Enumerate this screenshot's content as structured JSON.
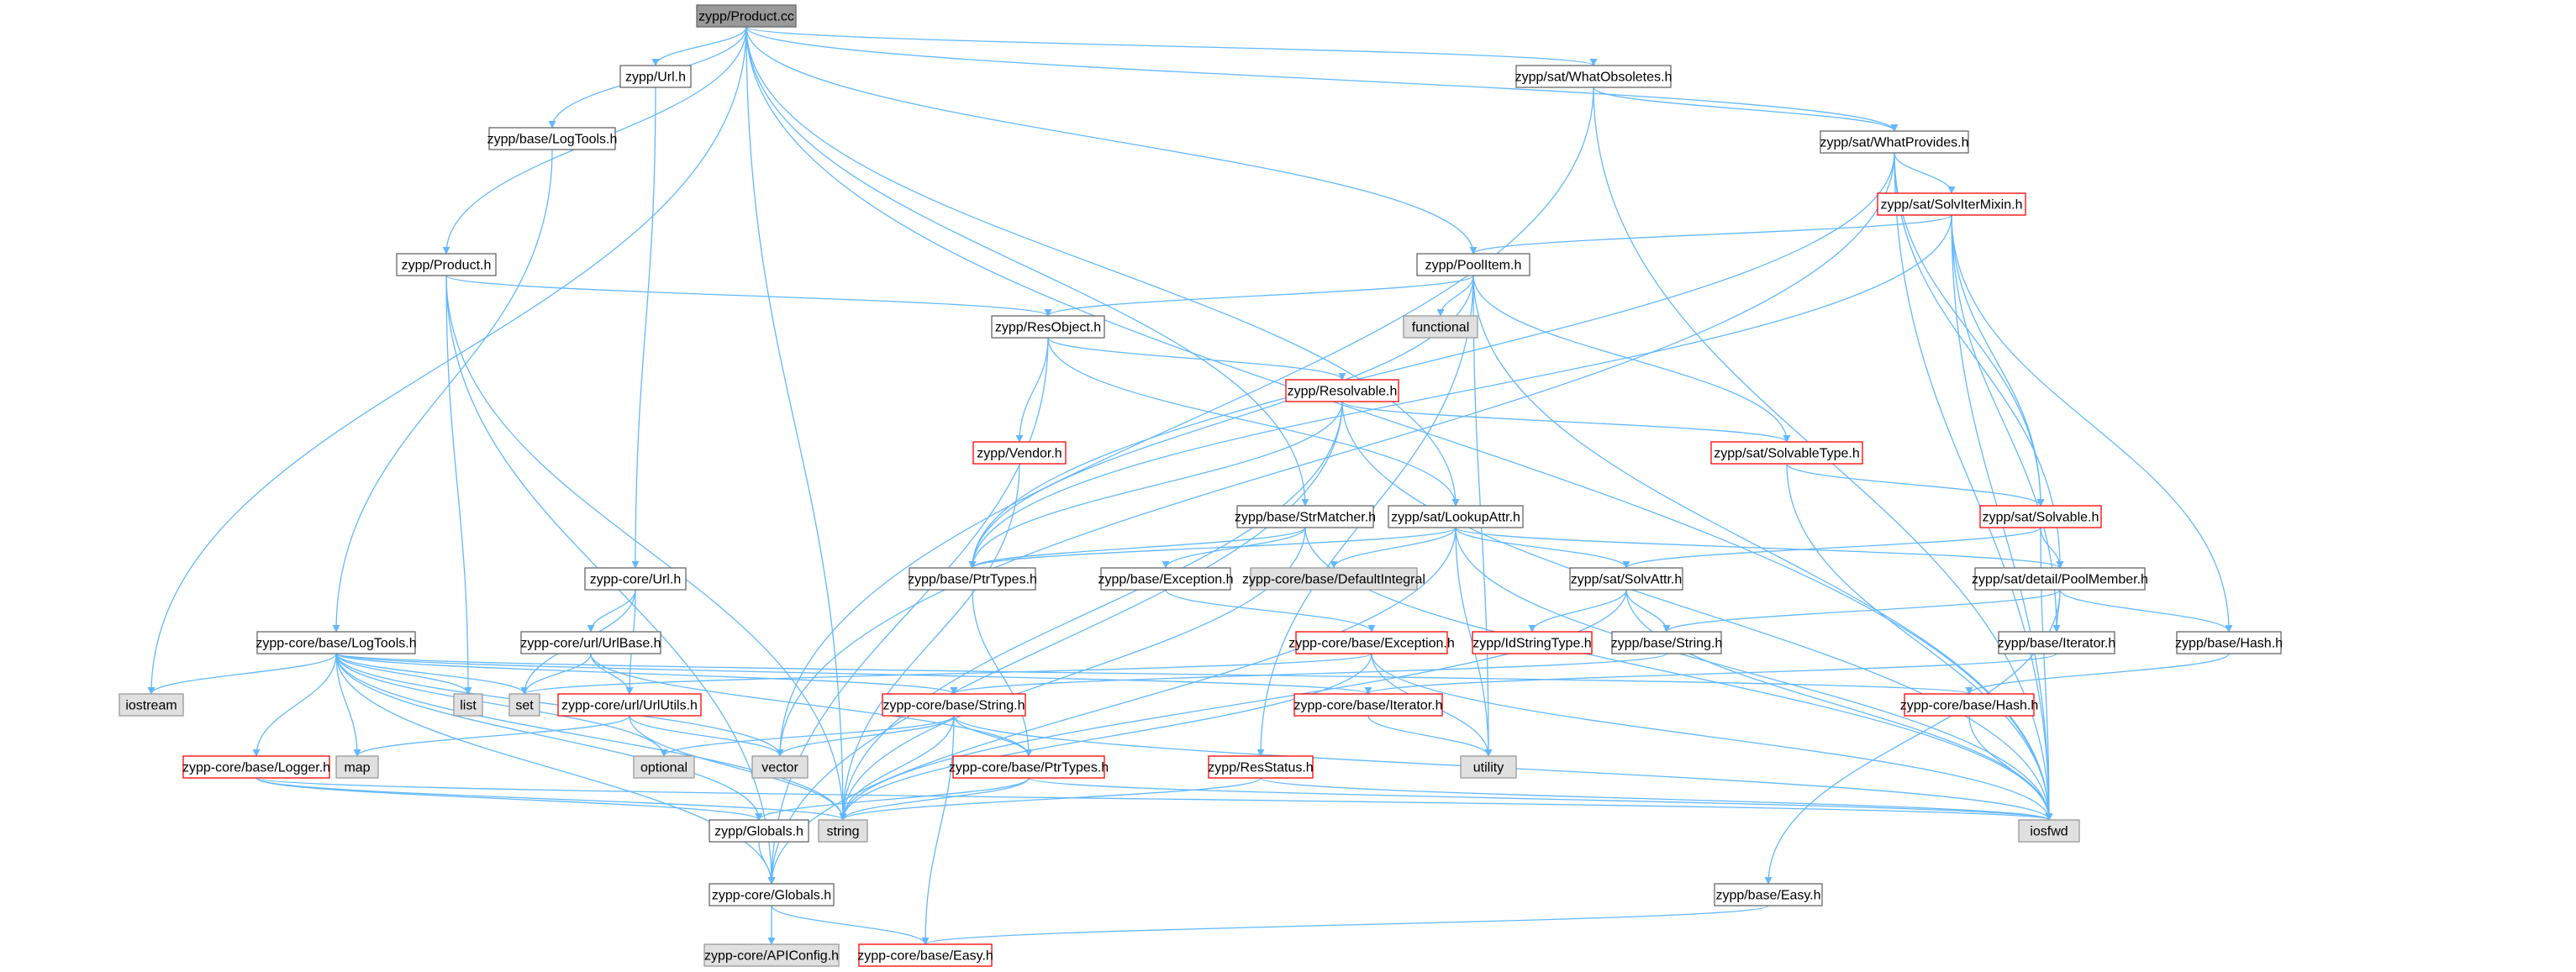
{
  "graph": {
    "nodes": [
      {
        "id": "product_cc",
        "label": "zypp/Product.cc",
        "kind": "root"
      },
      {
        "id": "url_h",
        "label": "zypp/Url.h",
        "kind": "normal"
      },
      {
        "id": "base_logtools",
        "label": "zypp/base/LogTools.h",
        "kind": "normal"
      },
      {
        "id": "product_h",
        "label": "zypp/Product.h",
        "kind": "normal"
      },
      {
        "id": "whatobsoletes",
        "label": "zypp/sat/WhatObsoletes.h",
        "kind": "normal"
      },
      {
        "id": "whatprovides",
        "label": "zypp/sat/WhatProvides.h",
        "kind": "normal"
      },
      {
        "id": "solviter",
        "label": "zypp/sat/SolvIterMixin.h",
        "kind": "red"
      },
      {
        "id": "poolitem",
        "label": "zypp/PoolItem.h",
        "kind": "normal"
      },
      {
        "id": "functional",
        "label": "functional",
        "kind": "sys"
      },
      {
        "id": "resobject",
        "label": "zypp/ResObject.h",
        "kind": "normal"
      },
      {
        "id": "resolvable",
        "label": "zypp/Resolvable.h",
        "kind": "red"
      },
      {
        "id": "solvabletype",
        "label": "zypp/sat/SolvableType.h",
        "kind": "red"
      },
      {
        "id": "vendor",
        "label": "zypp/Vendor.h",
        "kind": "red"
      },
      {
        "id": "solvable",
        "label": "zypp/sat/Solvable.h",
        "kind": "red"
      },
      {
        "id": "strmatcher",
        "label": "zypp/base/StrMatcher.h",
        "kind": "normal"
      },
      {
        "id": "lookupattr",
        "label": "zypp/sat/LookupAttr.h",
        "kind": "normal"
      },
      {
        "id": "defaultintegral",
        "label": "zypp-core/base/DefaultIntegral",
        "kind": "sys"
      },
      {
        "id": "ptrtypes",
        "label": "zypp/base/PtrTypes.h",
        "kind": "normal"
      },
      {
        "id": "base_exception",
        "label": "zypp/base/Exception.h",
        "kind": "normal"
      },
      {
        "id": "solvattr",
        "label": "zypp/sat/SolvAttr.h",
        "kind": "normal"
      },
      {
        "id": "poolmember",
        "label": "zypp/sat/detail/PoolMember.h",
        "kind": "normal"
      },
      {
        "id": "core_url",
        "label": "zypp-core/Url.h",
        "kind": "normal"
      },
      {
        "id": "urlbase",
        "label": "zypp-core/url/UrlBase.h",
        "kind": "normal"
      },
      {
        "id": "core_logtools",
        "label": "zypp-core/base/LogTools.h",
        "kind": "normal"
      },
      {
        "id": "core_exception",
        "label": "zypp-core/base/Exception.h",
        "kind": "red"
      },
      {
        "id": "idstringtype",
        "label": "zypp/IdStringType.h",
        "kind": "red"
      },
      {
        "id": "base_string",
        "label": "zypp/base/String.h",
        "kind": "normal"
      },
      {
        "id": "base_iterator",
        "label": "zypp/base/Iterator.h",
        "kind": "normal"
      },
      {
        "id": "base_hash",
        "label": "zypp/base/Hash.h",
        "kind": "normal"
      },
      {
        "id": "iostream",
        "label": "iostream",
        "kind": "sys"
      },
      {
        "id": "list",
        "label": "list",
        "kind": "sys"
      },
      {
        "id": "set",
        "label": "set",
        "kind": "sys"
      },
      {
        "id": "urlutils",
        "label": "zypp-core/url/UrlUtils.h",
        "kind": "red"
      },
      {
        "id": "core_string",
        "label": "zypp-core/base/String.h",
        "kind": "red"
      },
      {
        "id": "core_iterator",
        "label": "zypp-core/base/Iterator.h",
        "kind": "red"
      },
      {
        "id": "core_hash",
        "label": "zypp-core/base/Hash.h",
        "kind": "red"
      },
      {
        "id": "map",
        "label": "map",
        "kind": "sys"
      },
      {
        "id": "optional",
        "label": "optional",
        "kind": "sys"
      },
      {
        "id": "vector",
        "label": "vector",
        "kind": "sys"
      },
      {
        "id": "utility",
        "label": "utility",
        "kind": "sys"
      },
      {
        "id": "core_logger",
        "label": "zypp-core/base/Logger.h",
        "kind": "red"
      },
      {
        "id": "core_ptrtypes",
        "label": "zypp-core/base/PtrTypes.h",
        "kind": "red"
      },
      {
        "id": "resstatus",
        "label": "zypp/ResStatus.h",
        "kind": "red"
      },
      {
        "id": "string",
        "label": "string",
        "kind": "sys"
      },
      {
        "id": "iosfwd",
        "label": "iosfwd",
        "kind": "sys"
      },
      {
        "id": "globals_h",
        "label": "zypp/Globals.h",
        "kind": "normal"
      },
      {
        "id": "core_globals",
        "label": "zypp-core/Globals.h",
        "kind": "normal"
      },
      {
        "id": "base_easy",
        "label": "zypp/base/Easy.h",
        "kind": "normal"
      },
      {
        "id": "apiconfig",
        "label": "zypp-core/APIConfig.h",
        "kind": "sys"
      },
      {
        "id": "core_easy",
        "label": "zypp-core/base/Easy.h",
        "kind": "red"
      }
    ],
    "edges": [
      [
        "product_cc",
        "url_h"
      ],
      [
        "product_cc",
        "base_logtools"
      ],
      [
        "product_cc",
        "product_h"
      ],
      [
        "product_cc",
        "whatobsoletes"
      ],
      [
        "product_cc",
        "whatprovides"
      ],
      [
        "product_cc",
        "poolitem"
      ],
      [
        "product_cc",
        "iostream"
      ],
      [
        "product_cc",
        "strmatcher"
      ],
      [
        "product_cc",
        "lookupattr"
      ],
      [
        "product_cc",
        "iosfwd"
      ],
      [
        "product_cc",
        "string"
      ],
      [
        "url_h",
        "core_url"
      ],
      [
        "base_logtools",
        "core_logtools"
      ],
      [
        "product_h",
        "resobject"
      ],
      [
        "product_h",
        "list"
      ],
      [
        "product_h",
        "string"
      ],
      [
        "product_h",
        "core_globals"
      ],
      [
        "whatobsoletes",
        "whatprovides"
      ],
      [
        "whatobsoletes",
        "vector"
      ],
      [
        "whatobsoletes",
        "iosfwd"
      ],
      [
        "whatprovides",
        "solviter"
      ],
      [
        "whatprovides",
        "solvable"
      ],
      [
        "whatprovides",
        "poolmember"
      ],
      [
        "whatprovides",
        "ptrtypes"
      ],
      [
        "whatprovides",
        "vector"
      ],
      [
        "whatprovides",
        "iosfwd"
      ],
      [
        "solviter",
        "poolitem"
      ],
      [
        "solviter",
        "solvable"
      ],
      [
        "solviter",
        "base_iterator"
      ],
      [
        "solviter",
        "base_hash"
      ],
      [
        "solviter",
        "ptrtypes"
      ],
      [
        "solviter",
        "iosfwd"
      ],
      [
        "poolitem",
        "functional"
      ],
      [
        "poolitem",
        "resobject"
      ],
      [
        "poolitem",
        "solvabletype"
      ],
      [
        "poolitem",
        "ptrtypes"
      ],
      [
        "poolitem",
        "resstatus"
      ],
      [
        "poolitem",
        "utility"
      ],
      [
        "poolitem",
        "iosfwd"
      ],
      [
        "resobject",
        "resolvable"
      ],
      [
        "resobject",
        "vendor"
      ],
      [
        "resobject",
        "lookupattr"
      ],
      [
        "resobject",
        "core_globals"
      ],
      [
        "resolvable",
        "solvabletype"
      ],
      [
        "resolvable",
        "ptrtypes"
      ],
      [
        "resolvable",
        "string"
      ],
      [
        "resolvable",
        "iosfwd"
      ],
      [
        "resolvable",
        "core_globals"
      ],
      [
        "solvabletype",
        "solvable"
      ],
      [
        "solvabletype",
        "iosfwd"
      ],
      [
        "vendor",
        "string"
      ],
      [
        "solvable",
        "poolmember"
      ],
      [
        "solvable",
        "solvattr"
      ],
      [
        "solvable",
        "iosfwd"
      ],
      [
        "strmatcher",
        "ptrtypes"
      ],
      [
        "strmatcher",
        "base_exception"
      ],
      [
        "strmatcher",
        "iosfwd"
      ],
      [
        "strmatcher",
        "string"
      ],
      [
        "lookupattr",
        "ptrtypes"
      ],
      [
        "lookupattr",
        "defaultintegral"
      ],
      [
        "lookupattr",
        "solvattr"
      ],
      [
        "lookupattr",
        "poolmember"
      ],
      [
        "lookupattr",
        "iosfwd"
      ],
      [
        "lookupattr",
        "core_globals"
      ],
      [
        "lookupattr",
        "utility"
      ],
      [
        "ptrtypes",
        "core_ptrtypes"
      ],
      [
        "base_exception",
        "core_exception"
      ],
      [
        "solvattr",
        "idstringtype"
      ],
      [
        "solvattr",
        "base_string"
      ],
      [
        "solvattr",
        "iosfwd"
      ],
      [
        "solvattr",
        "string"
      ],
      [
        "poolmember",
        "base_iterator"
      ],
      [
        "poolmember",
        "base_hash"
      ],
      [
        "poolmember",
        "base_string"
      ],
      [
        "poolmember",
        "base_easy"
      ],
      [
        "core_url",
        "urlbase"
      ],
      [
        "core_url",
        "urlutils"
      ],
      [
        "core_url",
        "set"
      ],
      [
        "urlbase",
        "urlutils"
      ],
      [
        "urlbase",
        "core_ptrtypes"
      ],
      [
        "urlbase",
        "set"
      ],
      [
        "core_logtools",
        "iostream"
      ],
      [
        "core_logtools",
        "list"
      ],
      [
        "core_logtools",
        "set"
      ],
      [
        "core_logtools",
        "map"
      ],
      [
        "core_logtools",
        "optional"
      ],
      [
        "core_logtools",
        "vector"
      ],
      [
        "core_logtools",
        "core_logger"
      ],
      [
        "core_logtools",
        "core_string"
      ],
      [
        "core_logtools",
        "core_iterator"
      ],
      [
        "core_logtools",
        "core_hash"
      ],
      [
        "core_logtools",
        "string"
      ],
      [
        "core_logtools",
        "core_globals"
      ],
      [
        "core_logtools",
        "globals_h"
      ],
      [
        "core_exception",
        "utility"
      ],
      [
        "core_exception",
        "string"
      ],
      [
        "core_exception",
        "iosfwd"
      ],
      [
        "core_exception",
        "set"
      ],
      [
        "base_string",
        "core_string"
      ],
      [
        "base_iterator",
        "core_iterator"
      ],
      [
        "base_hash",
        "core_hash"
      ],
      [
        "urlutils",
        "map"
      ],
      [
        "urlutils",
        "vector"
      ],
      [
        "urlutils",
        "string"
      ],
      [
        "core_string",
        "optional"
      ],
      [
        "core_string",
        "vector"
      ],
      [
        "core_string",
        "core_ptrtypes"
      ],
      [
        "core_string",
        "string"
      ],
      [
        "core_string",
        "core_easy"
      ],
      [
        "core_string",
        "iosfwd"
      ],
      [
        "core_iterator",
        "utility"
      ],
      [
        "core_hash",
        "iosfwd"
      ],
      [
        "core_logger",
        "globals_h"
      ],
      [
        "core_logger",
        "string"
      ],
      [
        "core_logger",
        "iosfwd"
      ],
      [
        "core_ptrtypes",
        "string"
      ],
      [
        "core_ptrtypes",
        "globals_h"
      ],
      [
        "core_ptrtypes",
        "iosfwd"
      ],
      [
        "resstatus",
        "string"
      ],
      [
        "resstatus",
        "iosfwd"
      ],
      [
        "globals_h",
        "core_globals"
      ],
      [
        "core_globals",
        "apiconfig"
      ],
      [
        "core_globals",
        "core_easy"
      ],
      [
        "base_easy",
        "core_easy"
      ]
    ]
  }
}
